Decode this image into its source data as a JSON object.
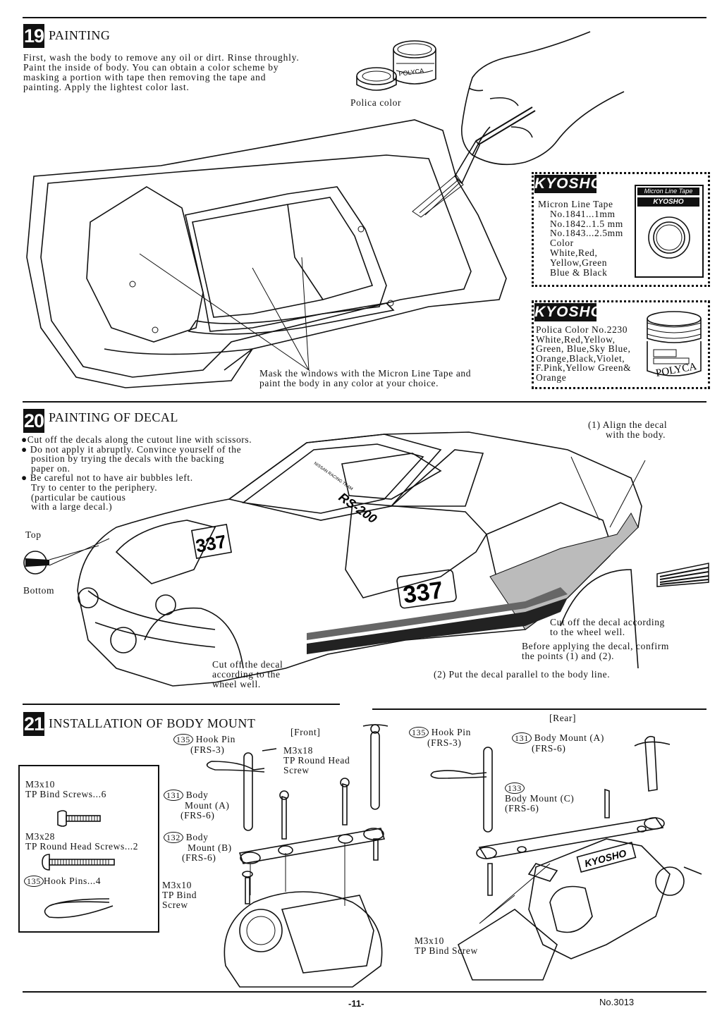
{
  "sec19": {
    "number": "19",
    "title": "PAINTING",
    "lines": [
      "First, wash the body to remove any oil or dirt. Rinse throughly.",
      "Paint the inside of body. You can obtain a color scheme by",
      "masking a portion with tape then removing the tape and",
      "painting. Apply the lightest color last."
    ],
    "polica_caption": "Polica color",
    "polyca_label": "POLYCA",
    "mask_lines": [
      "Mask the windows with the Micron Line Tape and",
      "paint the body in any color at your choice."
    ],
    "box1": {
      "brand": "KYOSHO",
      "lines": [
        "Micron Line Tape",
        "No.1841...1mm",
        "No.1842..1.5 mm",
        "No.1843...2.5mm",
        "Color",
        "White,Red,",
        "Yellow,Green",
        "Blue & Black"
      ],
      "tape_label": "Micron Line Tape",
      "tape_brand": "KYOSHO"
    },
    "box2": {
      "brand": "KYOSHO",
      "lines": [
        "Polica Color No.2230",
        "White,Red,Yellow,",
        "Green, Blue,Sky Blue,",
        "Orange,Black,Violet,",
        "F.Pink,Yellow Green&",
        "Orange"
      ],
      "jar_label": "POLYCA"
    }
  },
  "sec20": {
    "number": "20",
    "title": "PAINTING OF DECAL",
    "bullets": [
      [
        "Cut off the decals along the cutout line with scissors."
      ],
      [
        "Do not apply it abruptly. Convince yourself of the",
        "position by trying the decals with the backing",
        "paper on."
      ],
      [
        "Be careful not to have air bubbles left.",
        "Try to center to the periphery.",
        "(particular be cautious",
        "with a large decal.)"
      ]
    ],
    "top_label": "Top",
    "bottom_label": "Bottom",
    "align_lines": [
      "(1) Align the decal",
      "with the body."
    ],
    "cutwheel_right": [
      "Cut off the decal according",
      "to the wheel well."
    ],
    "confirm_lines": [
      "Before applying the decal, confirm",
      "the points (1) and (2)."
    ],
    "cutwheel_left": [
      "Cut off the decal",
      "according to the",
      "wheel well."
    ],
    "parallel": "(2) Put the decal parallel to the body line.",
    "race_number": "337",
    "model_name": "RS-200",
    "team_text": "NISSAN RACING TEAM"
  },
  "sec21": {
    "number": "21",
    "title": "INSTALLATION OF BODY MOUNT",
    "parts_box": {
      "items": [
        {
          "lines": [
            "M3x10",
            "TP Bind Screws...6"
          ]
        },
        {
          "lines": [
            "M3x28",
            "TP Round Head Screws...2"
          ]
        },
        {
          "num": "135",
          "lines": [
            "Hook Pins...4"
          ]
        }
      ]
    },
    "front": {
      "heading": "[Front]",
      "hook_pin": {
        "num": "135",
        "lines": [
          "Hook Pin",
          "(FRS-3)"
        ]
      },
      "screw_m3x18": [
        "M3x18",
        "TP Round Head",
        "Screw"
      ],
      "body_mount_a": {
        "num": "131",
        "lines": [
          "Body",
          "Mount (A)",
          "(FRS-6)"
        ]
      },
      "body_mount_b": {
        "num": "132",
        "lines": [
          "Body",
          "Mount (B)",
          "(FRS-6)"
        ]
      },
      "bind_screw": [
        "M3x10",
        "TP Bind",
        "Screw"
      ]
    },
    "rear": {
      "heading": "[Rear]",
      "hook_pin": {
        "num": "135",
        "lines": [
          "Hook Pin",
          "(FRS-3)"
        ]
      },
      "body_mount_a": {
        "num": "131",
        "lines": [
          "Body Mount (A)",
          "(FRS-6)"
        ]
      },
      "body_mount_c": {
        "num": "133",
        "lines": [
          "Body Mount (C)",
          "(FRS-6)"
        ]
      },
      "bind_screw": [
        "M3x10",
        "TP Bind Screw"
      ],
      "chassis_brand": "KYOSHO"
    }
  },
  "footer": {
    "page": "-11-",
    "doc": "No.3013"
  }
}
